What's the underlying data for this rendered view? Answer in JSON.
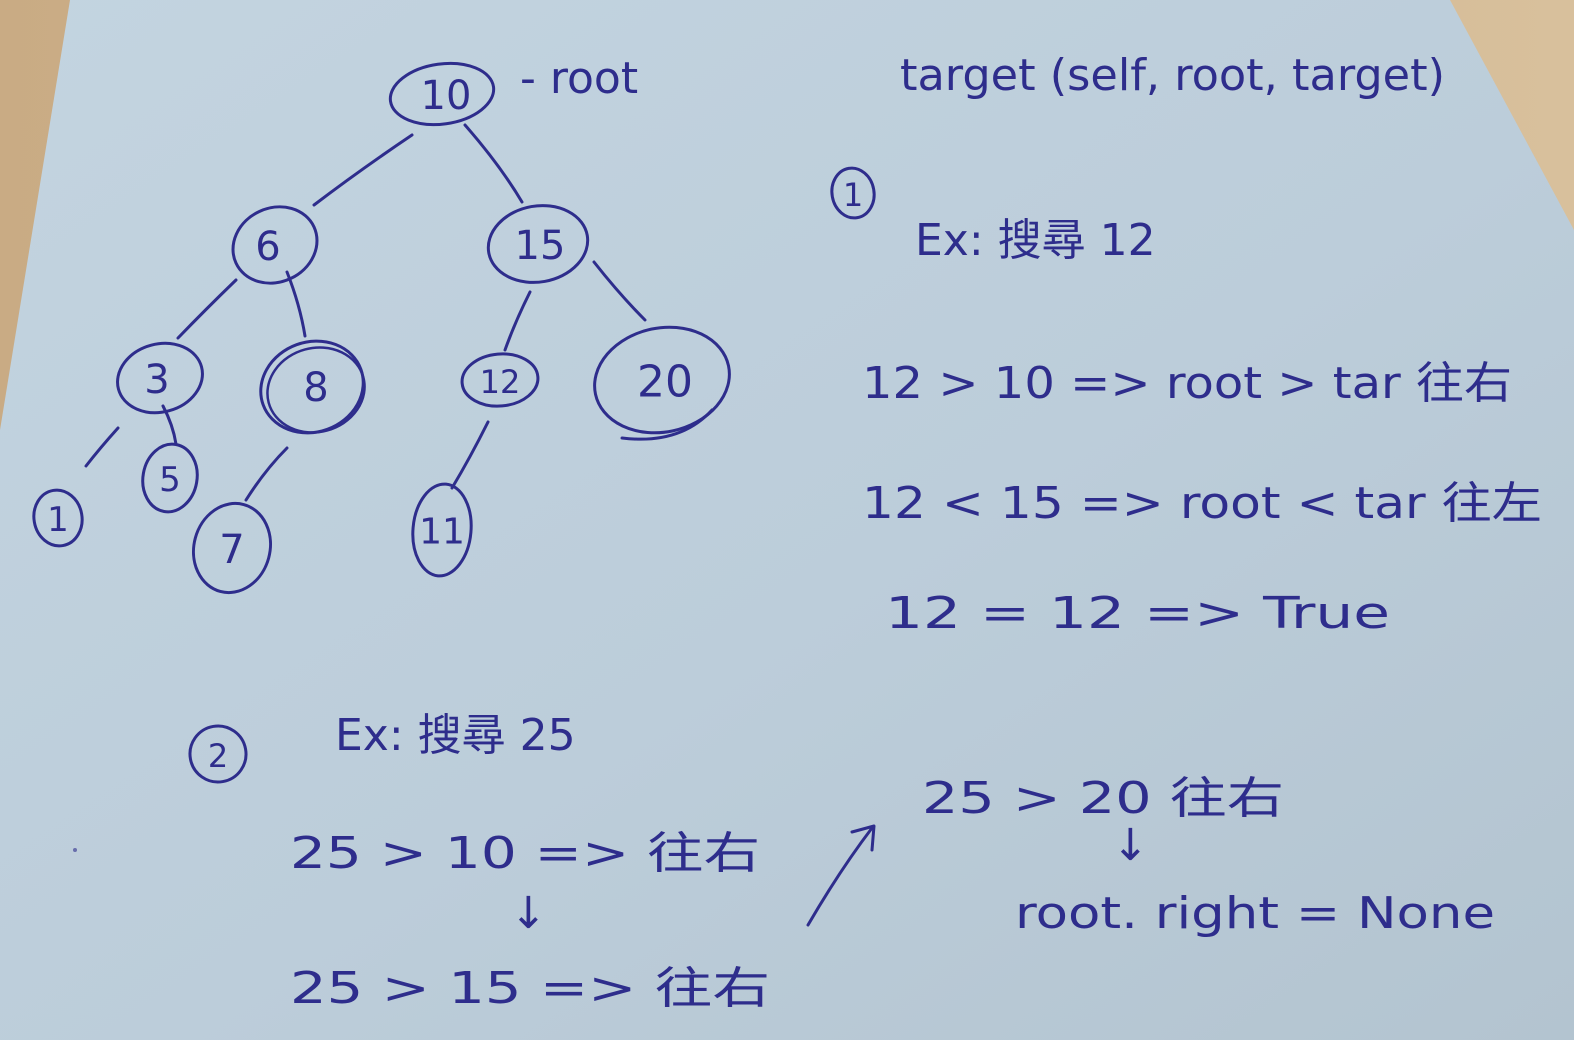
{
  "tree": {
    "root_label": "- root",
    "nodes": {
      "n10": "10",
      "n6": "6",
      "n15": "15",
      "n3": "3",
      "n8": "8",
      "n12": "12",
      "n20": "20",
      "n1": "1",
      "n5": "5",
      "n7": "7",
      "n11": "11"
    }
  },
  "example1": {
    "signature": "target (self, root, target)",
    "marker": "1",
    "title": "Ex: 搜尋 12",
    "steps": [
      "12 > 10 => root > tar 往右",
      "12 < 15 => root < tar 往左",
      "12 = 12 => True"
    ]
  },
  "example2": {
    "marker": "2",
    "title": "Ex: 搜尋 25",
    "step1": "25 > 10 => 往右",
    "down1": "↓",
    "step2": "25 > 15 => 往右",
    "step3": "25 > 20 往右",
    "down2": "↓",
    "result": "root. right = None"
  },
  "colors": {
    "paper": "#bfd0dd",
    "ink": "#2e2d8c",
    "desk": "#cfb48f"
  }
}
